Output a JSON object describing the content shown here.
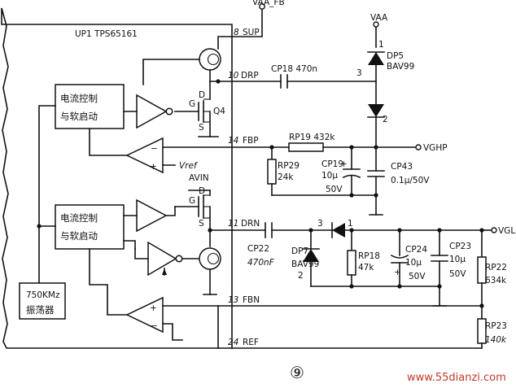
{
  "chip": {
    "designator": "UP1 TPS65161"
  },
  "pins": [
    {
      "num": "8",
      "name": "SUP"
    },
    {
      "num": "10",
      "name": "DRP"
    },
    {
      "num": "14",
      "name": "FBP"
    },
    {
      "num": "11",
      "name": "DRN"
    },
    {
      "num": "13",
      "name": "FBN"
    },
    {
      "num": "24",
      "name": "REF"
    }
  ],
  "blocks": {
    "ctrl1": [
      "电流控制",
      "与软启动"
    ],
    "ctrl2": [
      "电流控制",
      "与软启动"
    ],
    "osc": [
      "750KMz",
      "振荡器"
    ]
  },
  "internal_labels": {
    "q4": "Q4",
    "g1": "G",
    "d1": "D",
    "s1": "S",
    "g2": "G",
    "d2": "D",
    "s2": "S",
    "vref": "Vref",
    "avin": "AVIN",
    "plus1": "+",
    "minus1": "−",
    "plus2": "+",
    "minus2": "−"
  },
  "nets": {
    "vaa_fb": "VAA_FB",
    "vaa": "VAA",
    "vghp": "VGHP",
    "vgl": "VGL"
  },
  "components": {
    "cp18": {
      "ref": "CP18",
      "value": "470n"
    },
    "dp5": {
      "ref": "DP5",
      "part": "BAV99",
      "pin_top": "1",
      "pin_left": "3",
      "pin_bottom": "2"
    },
    "rp19": {
      "ref": "RP19",
      "value": "432k"
    },
    "rp29": {
      "ref": "RP29",
      "value": "24k"
    },
    "cp19": {
      "ref": "CP19",
      "value": "10μ",
      "voltage": "50V"
    },
    "cp43": {
      "ref": "CP43",
      "value": "0.1μ/50V"
    },
    "cp22": {
      "ref": "CP22",
      "value": "470nF"
    },
    "dp7": {
      "ref": "DP7",
      "part": "BAV99",
      "pin_left": "3",
      "pin_right": "1",
      "pin_bottom": "2"
    },
    "rp18": {
      "ref": "RP18",
      "value": "47k"
    },
    "cp24": {
      "ref": "CP24",
      "value": "10μ",
      "voltage": "50V"
    },
    "cp23": {
      "ref": "CP23",
      "value": "10μ",
      "voltage": "50V"
    },
    "rp22": {
      "ref": "RP22",
      "value": "634k"
    },
    "rp23": {
      "ref": "RP23",
      "value": "140k"
    }
  },
  "figure_number": "⑨",
  "watermark": "www.55dianzi.com"
}
